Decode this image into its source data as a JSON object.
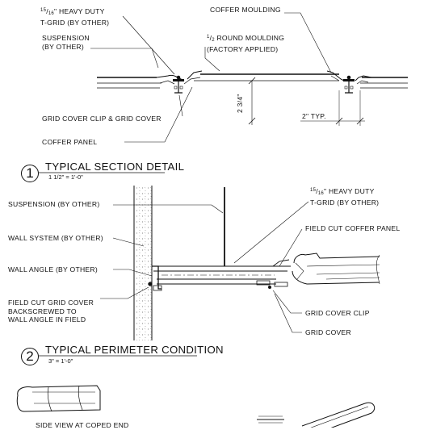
{
  "detail1": {
    "grid_num": "15",
    "grid_den": "16",
    "grid_label_line1": "\" HEAVY DUTY",
    "grid_label_line2": "T-GRID (BY OTHER)",
    "coffer_moulding": "COFFER MOULDING",
    "suspension_line1": "SUSPENSION",
    "suspension_line2": "(BY OTHER)",
    "half_num": "1",
    "half_den": "2",
    "round_moulding_line1": " ROUND MOULDING",
    "round_moulding_line2": "(FACTORY APPLIED)",
    "dim_vertical": "2 3/4\"",
    "dim_typ": "2\" TYP.",
    "grid_cover_clip": "GRID COVER CLIP & GRID COVER",
    "coffer_panel": "COFFER PANEL",
    "number": "1",
    "title": "TYPICAL SECTION DETAIL",
    "scale": "1 1/2\" = 1'-0\""
  },
  "detail2": {
    "suspension": "SUSPENSION (BY OTHER)",
    "grid_num": "15",
    "grid_den": "16",
    "grid_label_line1": "\" HEAVY DUTY",
    "grid_label_line2": "T-GRID (BY OTHER)",
    "field_cut_panel": "FIELD CUT COFFER PANEL",
    "wall_system": "WALL SYSTEM (BY OTHER)",
    "wall_angle": "WALL ANGLE (BY OTHER)",
    "field_cut_cover_line1": "FIELD CUT GRID COVER",
    "field_cut_cover_line2": "BACKSCREWED TO",
    "field_cut_cover_line3": "WALL ANGLE IN FIELD",
    "grid_cover_clip": "GRID COVER CLIP",
    "grid_cover": "GRID COVER",
    "number": "2",
    "title": "TYPICAL PERIMETER CONDITION",
    "scale": "3\" = 1'-0\""
  },
  "detail3": {
    "side_view": "SIDE VIEW AT COPED END"
  }
}
